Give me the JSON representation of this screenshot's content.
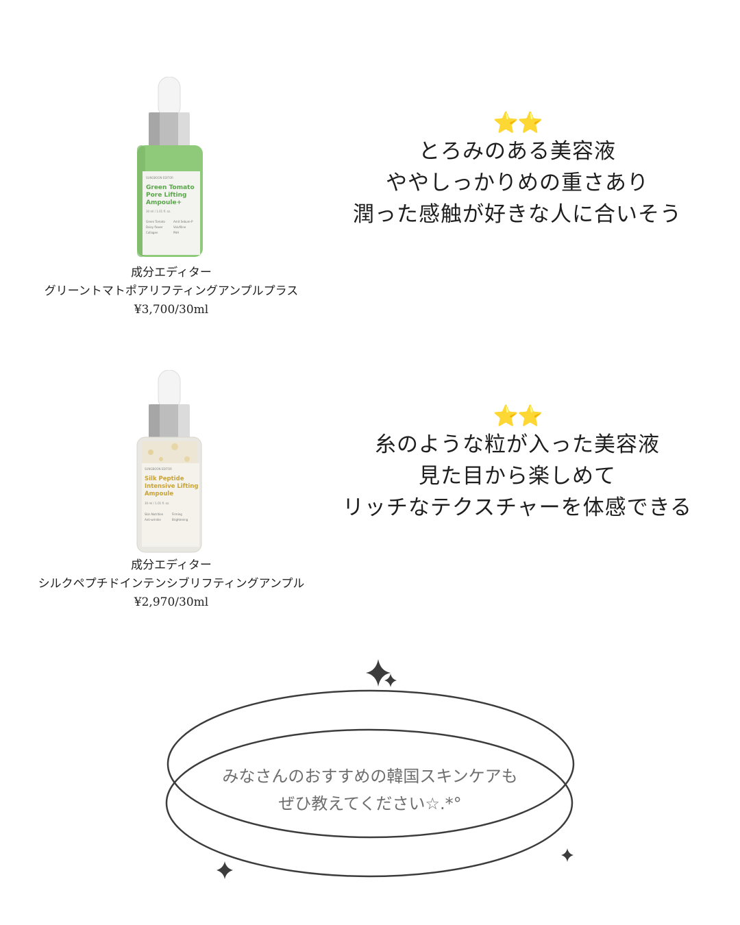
{
  "products": [
    {
      "brand_caption": "成分エディター",
      "name": "グリーントマトポアリフティングアンプルプラス",
      "price": "¥3,700/30ml",
      "label": {
        "brand": "SUNGBOON EDITOR",
        "title_lines": [
          "Green Tomato",
          "Pore Lifting",
          "Ampoule+"
        ],
        "volume": "30 ml / 1.01 fl. oz.",
        "ingredients": [
          "Green Tomato",
          "Amit Sebum-P",
          "Daisy flower",
          "VolufiIine",
          "Collagen",
          "PHA"
        ]
      },
      "colors": {
        "glass": "#8fca7a",
        "label": "#f3f3f0",
        "title": "#5aa64a"
      }
    },
    {
      "brand_caption": "成分エディター",
      "name": "シルクペプチドインテンシブリフティングアンプル",
      "price": "¥2,970/30ml",
      "label": {
        "brand": "SUNGBOON EDITOR",
        "title_lines": [
          "Silk Peptide",
          "Intensive Lifting",
          "Ampoule"
        ],
        "volume": "30 ml / 1.01 fl. oz.",
        "ingredients": [
          "Skin Nutrition",
          "Firming",
          "Anti-wrinkle",
          "Brightening"
        ]
      },
      "colors": {
        "glass": "#e9e7e1",
        "label": "#f4f3ef",
        "title": "#c9a233"
      }
    }
  ],
  "reviews": [
    {
      "stars": "⭐⭐",
      "lines": [
        "とろみのある美容液",
        "ややしっかりめの重さあり",
        "潤った感触が好きな人に合いそう"
      ]
    },
    {
      "stars": "⭐⭐",
      "lines": [
        "糸のような粒が入った美容液",
        "見た目から楽しめて",
        "リッチなテクスチャーを体感できる"
      ]
    }
  ],
  "message": {
    "lines": [
      "みなさんのおすすめの韓国スキンケアも",
      "ぜひ教えてください☆.*°"
    ]
  }
}
